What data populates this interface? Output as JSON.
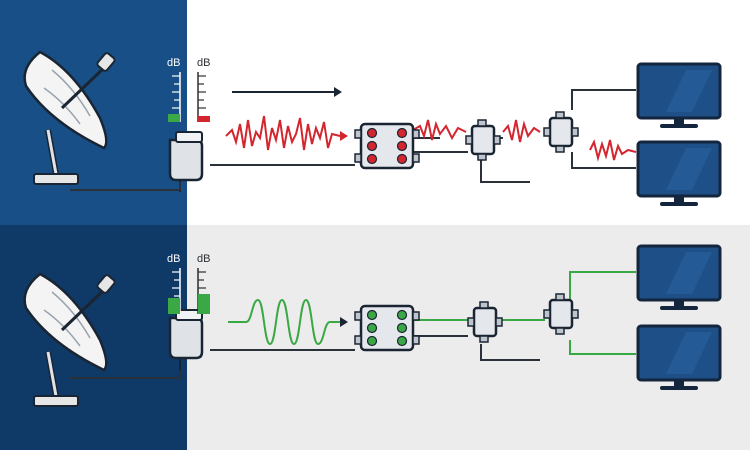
{
  "colors": {
    "top_left_bg": "#184f86",
    "top_right_bg": "#ffffff",
    "bottom_left_bg": "#0f3a68",
    "bottom_right_bg": "#ececec",
    "bad_signal": "#d3262e",
    "good_signal": "#3aa845",
    "cable": "#2b3138",
    "tv_screen": "#1e4f86"
  },
  "top_panel": {
    "meter_left_label": "dB",
    "meter_right_label": "dB",
    "signal_quality": "noisy",
    "level_left": 0.25,
    "level_right": 0.1
  },
  "bottom_panel": {
    "meter_left_label": "dB",
    "meter_right_label": "dB",
    "signal_quality": "clean",
    "level_left": 0.35,
    "level_right": 0.45
  },
  "icons": [
    "satellite-dish-icon",
    "lnb-icon",
    "arrow-icon",
    "multiswitch-icon",
    "splitter-icon",
    "tv-icon"
  ]
}
